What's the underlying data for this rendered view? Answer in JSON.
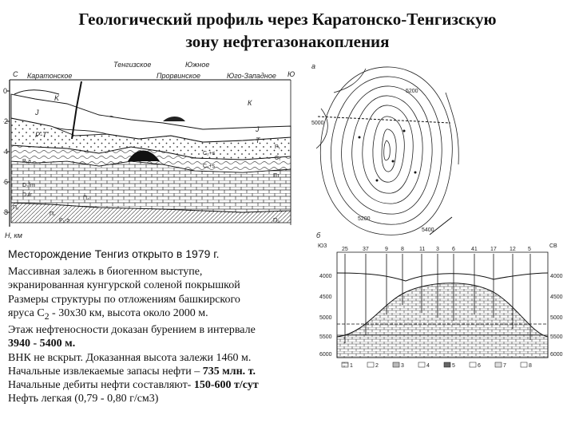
{
  "title": {
    "line1": "Геологический профиль через Каратонско-Тенгизскую",
    "line2": "зону нефтегазонакопления"
  },
  "profile": {
    "left_edge_label": "С",
    "right_edge_label": "Ю",
    "area_labels": [
      "Каратонское",
      "Тенгизское",
      "Южное",
      "Прорвинское",
      "Юго-Западное"
    ],
    "depth_ticks": [
      "0",
      "-2",
      "-4",
      "-6",
      "-8"
    ],
    "unit": "Н, км",
    "unit_labels": [
      "K",
      "J",
      "Р-Т",
      "К",
      "J",
      "T",
      "P₁",
      "C₁",
      "P₁a",
      "D₃fm",
      "D₂fr",
      "П₂",
      "П₁",
      "C₂+s",
      "C₁+s",
      "Пт",
      "П₃",
      "П₄",
      "Р₁-э"
    ]
  },
  "map": {
    "corner_label": "а",
    "contour_labels": [
      "5000",
      "5400",
      "5200",
      "5200"
    ],
    "section_label": "б"
  },
  "section": {
    "left_label": "ЮЗ",
    "right_label": "СВ",
    "well_numbers": [
      "25",
      "37",
      "9",
      "8",
      "11",
      "3",
      "6",
      "41",
      "17",
      "12",
      "5"
    ],
    "left_depths": [
      "4000",
      "4500",
      "5000",
      "5500",
      "6000"
    ],
    "right_depths": [
      "4000",
      "4500",
      "5000",
      "5500",
      "6000"
    ],
    "legend": [
      "1",
      "2",
      "3",
      "4",
      "5",
      "6",
      "7",
      "8"
    ]
  },
  "text": {
    "discovered": "Месторождение Тенгиз открыто в 1979 г.",
    "l1": "Массивная залежь в биогенном выступе,",
    "l2": "экранированная  кунгурской соленой покрышкой",
    "l3": "Размеры структуры по отложениям башкирского",
    "l4a": "яруса С",
    "l4sub": "2",
    "l4b": " - 30х30 км, высота около 2000 м.",
    "l5": "Этаж нефтеносности доказан бурением в интервале",
    "l6": "3940 - 5400 м.",
    "l7": "ВНК не вскрыт. Доказанная высота залежи 1460 м.",
    "l8a": "Начальные извлекаемые запасы нефти – ",
    "l8b": "735 млн. т.",
    "l9a": "Начальные дебиты нефти составляют- ",
    "l9b": "150-600 т/сут",
    "l10": "Нефть легкая (0,79 - 0,80 г/см3)"
  }
}
